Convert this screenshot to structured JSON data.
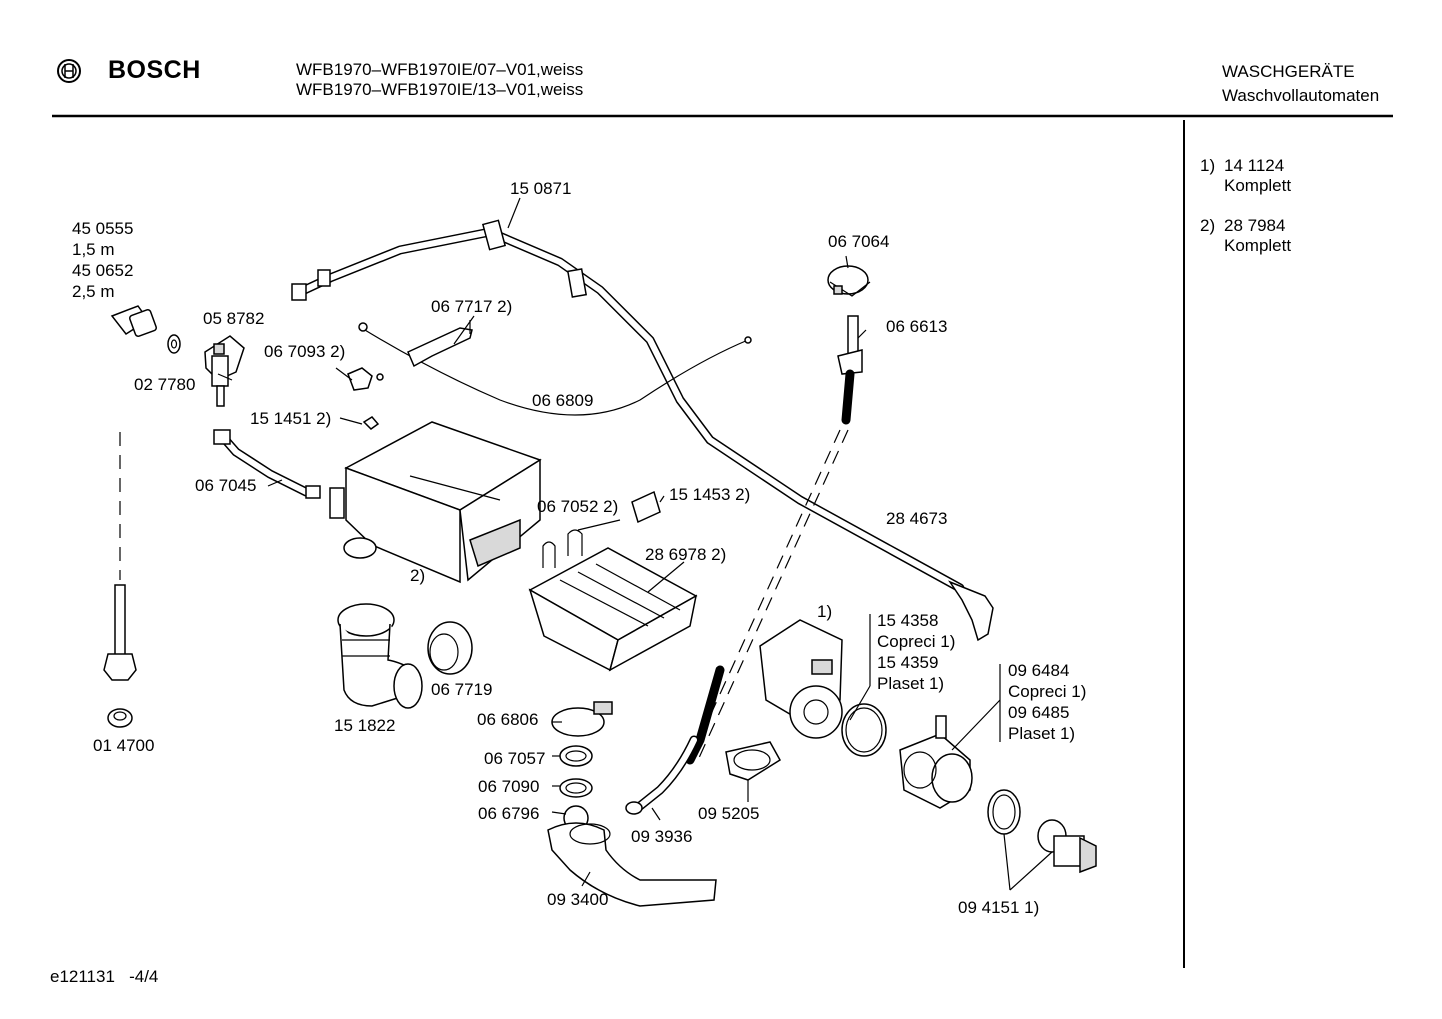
{
  "header": {
    "brand": "BOSCH",
    "model_line1": "WFB1970–WFB1970IE/07–V01,weiss",
    "model_line2": "WFB1970–WFB1970IE/13–V01,weiss",
    "category": "WASCHGERÄTE",
    "subcategory": "Waschvollautomaten"
  },
  "notes": [
    {
      "num": "1)",
      "code": "14 1124",
      "text": "Komplett"
    },
    {
      "num": "2)",
      "code": "28 7984",
      "text": "Komplett"
    }
  ],
  "footer": {
    "ref": "e121131",
    "page": "-4/4"
  },
  "labels": {
    "l450555": "45 0555",
    "l15m": "1,5 m",
    "l450652": "45 0652",
    "l25m": "2,5 m",
    "l058782": "05 8782",
    "l027780": "02 7780",
    "l150871": "15 0871",
    "l067717": "06 7717 2)",
    "l067093": "06 7093 2)",
    "l151451": "15 1451 2)",
    "l066809": "06 6809",
    "l067045": "06 7045",
    "l067064": "06 7064",
    "l066613": "06 6613",
    "l284673": "28 4673",
    "l067052": "06 7052 2)",
    "l151453": "15 1453 2)",
    "l286978": "28 6978 2)",
    "l2paren": "2)",
    "l1paren": "1)",
    "l154358": "15 4358",
    "lcopreci1": "Copreci 1)",
    "l154359": "15 4359",
    "lplaset1": "Plaset 1)",
    "l096484": "09 6484",
    "lcopreci2": "Copreci 1)",
    "l096485": "09 6485",
    "lplaset2": "Plaset 1)",
    "l067719": "06 7719",
    "l151822": "15 1822",
    "l066806": "06 6806",
    "l067057": "06 7057",
    "l067090": "06 7090",
    "l066796": "06 6796",
    "l093936": "09 3936",
    "l095205": "09 5205",
    "l093400": "09 3400",
    "l094151": "09 4151 1)",
    "l014700": "01 4700"
  }
}
